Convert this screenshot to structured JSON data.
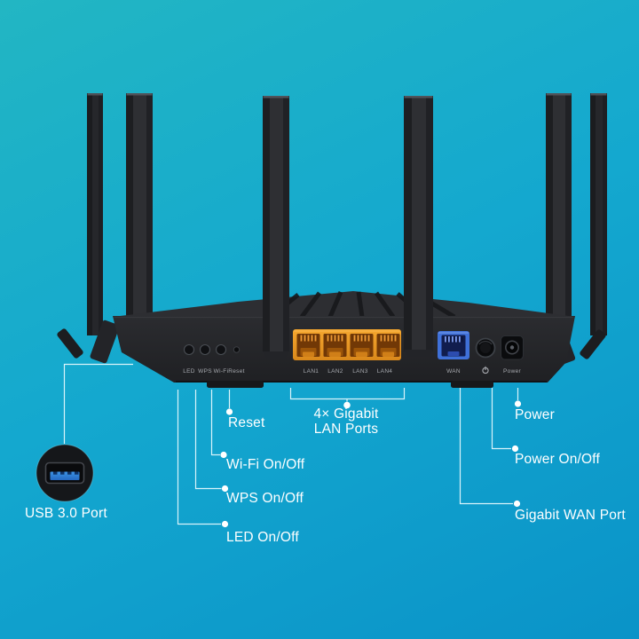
{
  "title": "Wi-Fi router rear panel port diagram",
  "background": {
    "gradient_top": "#22b6c3",
    "gradient_mid": "#14a8cf",
    "gradient_bottom": "#0a93c8"
  },
  "device": {
    "panel_labels": {
      "led": "LED",
      "wps": "WPS",
      "wifi": "Wi-Fi",
      "reset": "Reset",
      "lan1": "LAN1",
      "lan2": "LAN2",
      "lan3": "LAN3",
      "lan4": "LAN4",
      "wan": "WAN",
      "power": "Power"
    },
    "colors": {
      "body": "#242528",
      "antenna": "#2e2f33",
      "lan_port_accent": "#f0a02d",
      "wan_port_accent": "#3f70d8",
      "usb_accent": "#2f86db",
      "callout_line": "#e6f9fd",
      "callout_text": "#ffffff"
    }
  },
  "callouts": {
    "usb": "USB 3.0 Port",
    "led": "LED On/Off",
    "wps": "WPS On/Off",
    "wifi": "Wi-Fi On/Off",
    "reset": "Reset",
    "lan_line1": "4× Gigabit",
    "lan_line2": "LAN Ports",
    "power": "Power",
    "power_switch": "Power On/Off",
    "wan": "Gigabit WAN Port"
  }
}
